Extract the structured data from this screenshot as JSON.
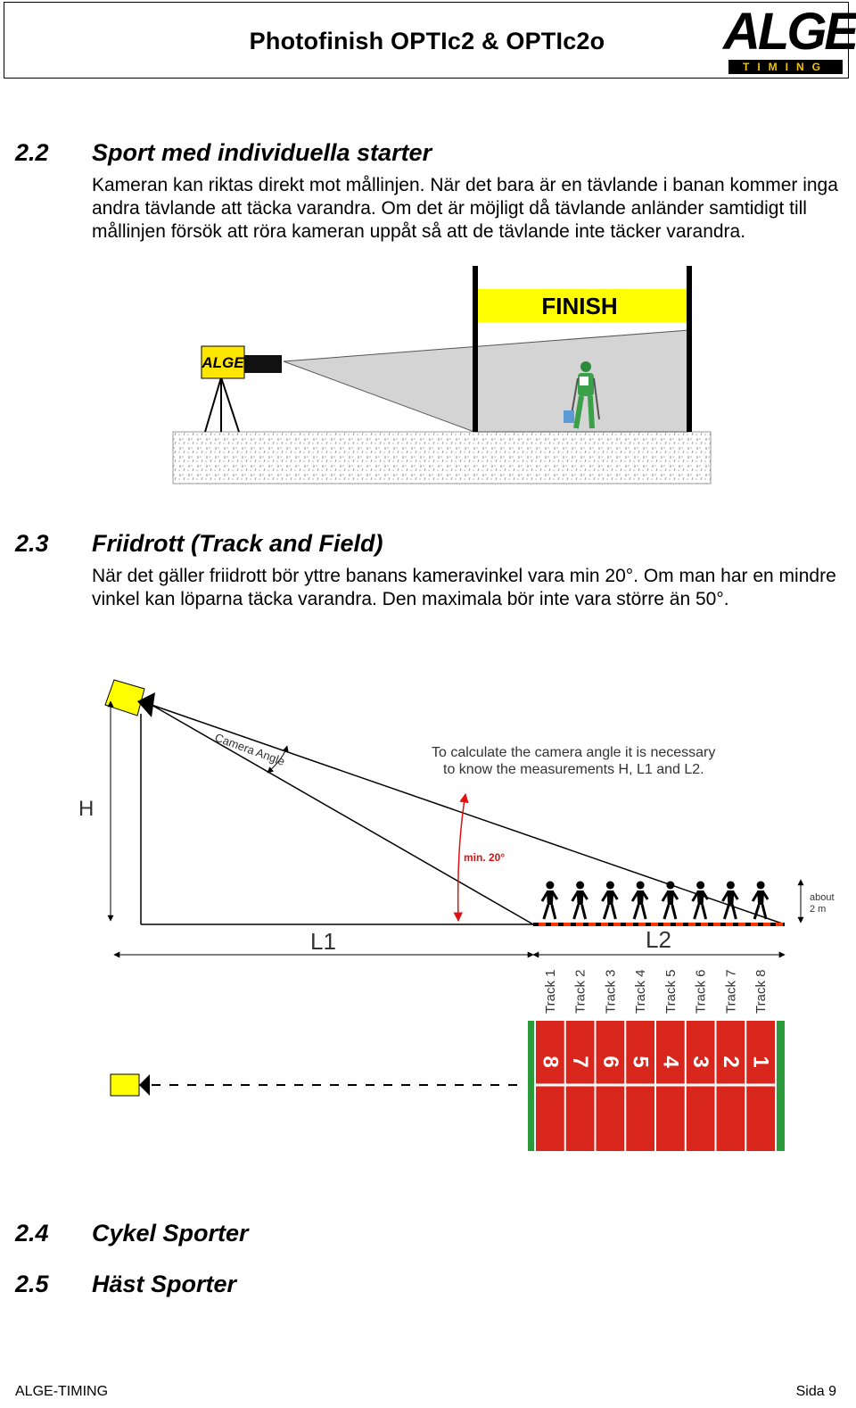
{
  "header": {
    "title": "Photofinish OPTIc2 & OPTIc2o",
    "logo_word": "ALGE",
    "logo_sub": "TIMING"
  },
  "sections": {
    "s22": {
      "number": "2.2",
      "title": "Sport med individuella starter",
      "body": "Kameran kan riktas direkt mot mållinjen.  När det bara är en tävlande i banan kommer inga andra tävlande att täcka varandra.  Om det är möjligt då tävlande anländer samtidigt till mållinjen försök att röra kameran uppåt så att de tävlande inte täcker varandra."
    },
    "s23": {
      "number": "2.3",
      "title": "Friidrott (Track and Field)",
      "body": "När det gäller friidrott bör yttre banans kameravinkel vara min 20°. Om man har en mindre vinkel kan löparna täcka varandra.  Den maximala bör inte vara större än 50°."
    },
    "s24": {
      "number": "2.4",
      "title": "Cykel Sporter"
    },
    "s25": {
      "number": "2.5",
      "title": "Häst Sporter"
    }
  },
  "figure1": {
    "finish_label": "FINISH",
    "camera_logo": "ALGE"
  },
  "figure2": {
    "h_label": "H",
    "l1_label": "L1",
    "l2_label": "L2",
    "camera_angle_label": "Camera Angle",
    "note_line1": "To calculate the camera angle it is necessary",
    "note_line2": "to know the measurements H, L1 and L2.",
    "min_angle_label": "min. 20°",
    "about_line1": "about",
    "about_line2": "2 m",
    "tracks": [
      "Track 1",
      "Track 2",
      "Track 3",
      "Track 4",
      "Track 5",
      "Track 6",
      "Track 7",
      "Track 8"
    ],
    "lane_numbers": [
      "8",
      "7",
      "6",
      "5",
      "4",
      "3",
      "2",
      "1"
    ],
    "colors": {
      "camera": "#ffff00",
      "track": "#d9261c",
      "grass": "#2a9a3a",
      "angle_arc": "#e01010",
      "finish_line": "#ff3300"
    }
  },
  "footer": {
    "left": "ALGE-TIMING",
    "right": "Sida 9"
  }
}
